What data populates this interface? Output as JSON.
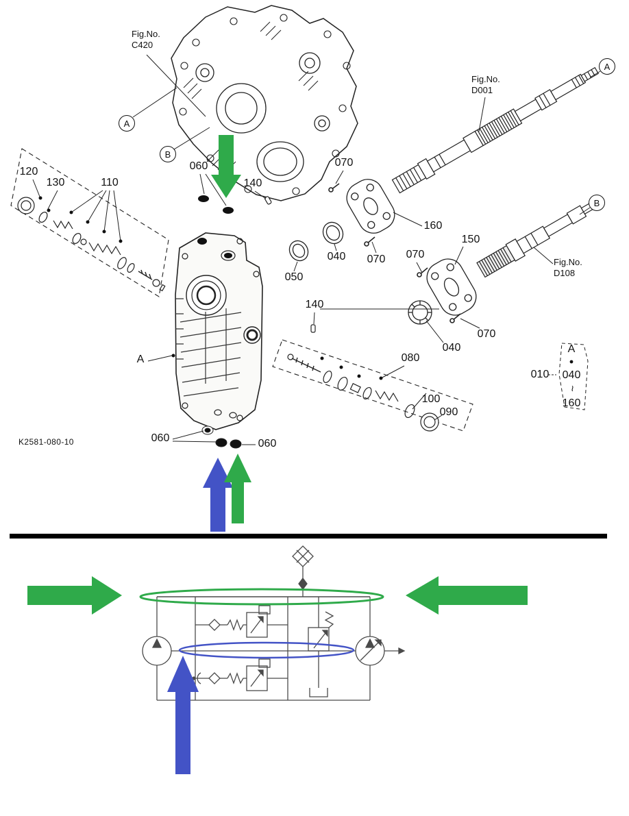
{
  "colors": {
    "green": "#2faa4a",
    "blue": "#4353c6",
    "ink": "#111111"
  },
  "page": {
    "drawing_number": "K2581-080-10"
  },
  "fig_refs": {
    "c420": {
      "line1": "Fig.No.",
      "line2": "C420"
    },
    "d001": {
      "line1": "Fig.No.",
      "line2": "D001"
    },
    "d108": {
      "line1": "Fig.No.",
      "line2": "D108"
    }
  },
  "callouts": {
    "a1": "A",
    "b1": "B",
    "a2": "A",
    "b2": "B",
    "a_plain": "A"
  },
  "ref_group": {
    "code": "010",
    "view": "A",
    "from": "040",
    "tilde": "~",
    "to": "160"
  },
  "part_labels": [
    {
      "text": "120"
    },
    {
      "text": "130"
    },
    {
      "text": "110"
    },
    {
      "text": "060"
    },
    {
      "text": "140"
    },
    {
      "text": "070"
    },
    {
      "text": "160"
    },
    {
      "text": "150"
    },
    {
      "text": "040"
    },
    {
      "text": "070"
    },
    {
      "text": "070"
    },
    {
      "text": "050"
    },
    {
      "text": "140"
    },
    {
      "text": "070"
    },
    {
      "text": "040"
    },
    {
      "text": "080"
    },
    {
      "text": "100"
    },
    {
      "text": "090"
    },
    {
      "text": "060"
    },
    {
      "text": "060"
    }
  ]
}
